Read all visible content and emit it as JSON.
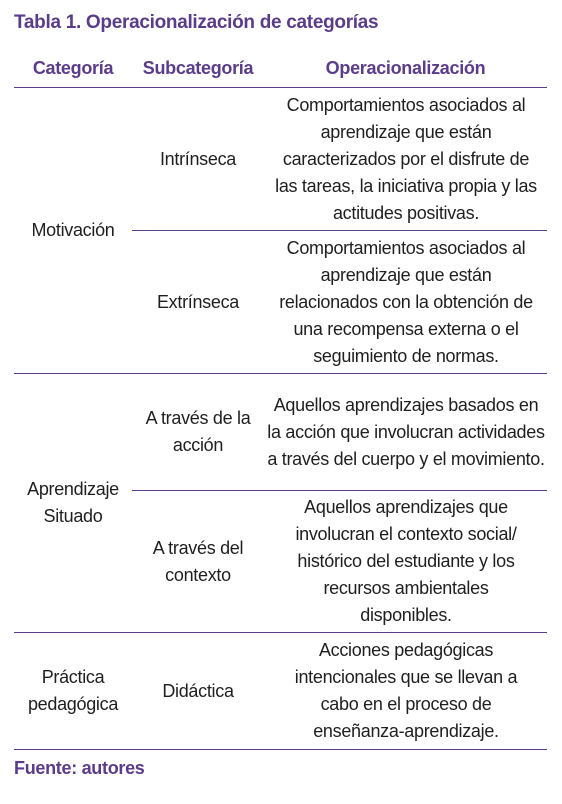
{
  "title": "Tabla 1. Operacionalización de categorías",
  "headers": {
    "category": "Categoría",
    "subcategory": "Subcategoría",
    "operationalization": "Operacionalización"
  },
  "rows": [
    {
      "category": "Motivación",
      "subcategory": "Intrínseca",
      "operationalization": "Comportamientos asociados al aprendizaje que están caracterizados por el disfrute de las tareas, la iniciativa propia y las actitudes positivas."
    },
    {
      "category": "",
      "subcategory": "Extrínseca",
      "operationalization": "Comportamientos asociados al aprendizaje que están relacionados con la obtención de una recompensa externa o el seguimiento de normas."
    },
    {
      "category": "Aprendizaje Situado",
      "subcategory": "A través de la acción",
      "operationalization": "Aquellos aprendizajes basados en la acción que involucran actividades a través del cuerpo y el movimiento."
    },
    {
      "category": "",
      "subcategory": "A través del contexto",
      "operationalization": "Aquellos aprendizajes que involucran el contexto social/ histórico del estudiante y los recursos ambientales disponibles."
    },
    {
      "category": "Práctica pedagógica",
      "subcategory": "Didáctica",
      "operationalization": "Acciones pedagógicas intencionales que se llevan a cabo en el proceso de enseñanza-aprendizaje."
    }
  ],
  "source": "Fuente: autores",
  "colors": {
    "accent": "#5b3b8c",
    "text": "#1f1f1f"
  }
}
